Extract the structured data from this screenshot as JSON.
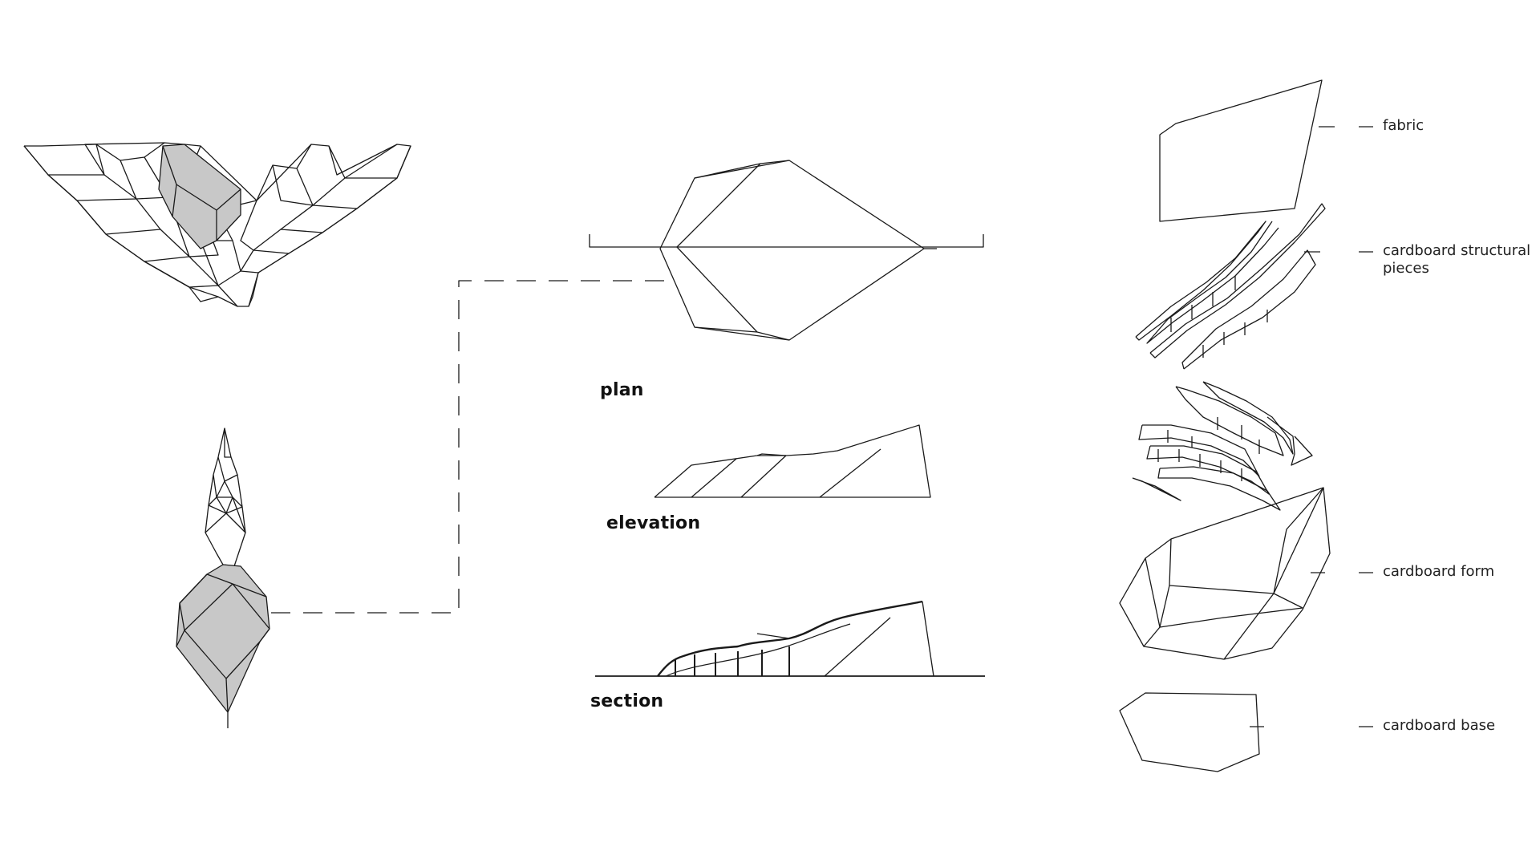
{
  "views": {
    "plan": "plan",
    "elevation": "elevation",
    "section": "section"
  },
  "layers": {
    "fabric": "fabric",
    "structural_line1": "cardboard structural",
    "structural_line2": "pieces",
    "form": "cardboard form",
    "base": "cardboard base"
  },
  "colors": {
    "line": "#1a1a1a",
    "shaded": "#c8c8c8",
    "background": "#ffffff"
  }
}
